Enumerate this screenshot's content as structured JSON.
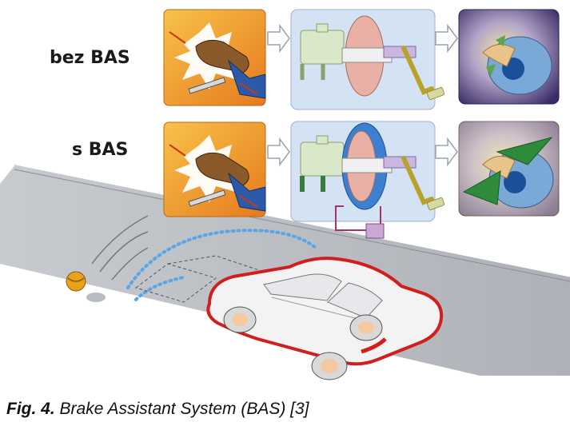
{
  "labels": {
    "row_without": "bez BAS",
    "row_with": "s BAS"
  },
  "caption": {
    "figure_number": "Fig. 4.",
    "text": "Brake Assistant System (BAS) [3]"
  },
  "colors": {
    "panel_orange": "#f2a23a",
    "panel_blue": "#cfe0f2",
    "panel_purple": "#3b2a63",
    "booster_pink": "#e6a7a0",
    "booster_blue": "#3d7fd1",
    "car_outline": "#d11f1f",
    "road": "#b9bcc2",
    "ball": "#e9a21a",
    "trajectory": "#5aa5e6",
    "pad_green": "#3a8a3a"
  },
  "icons": [
    "foot-on-pedal-icon",
    "brake-booster-icon",
    "brake-disc-icon",
    "car-icon",
    "ball-icon",
    "arrow-right-icon"
  ]
}
